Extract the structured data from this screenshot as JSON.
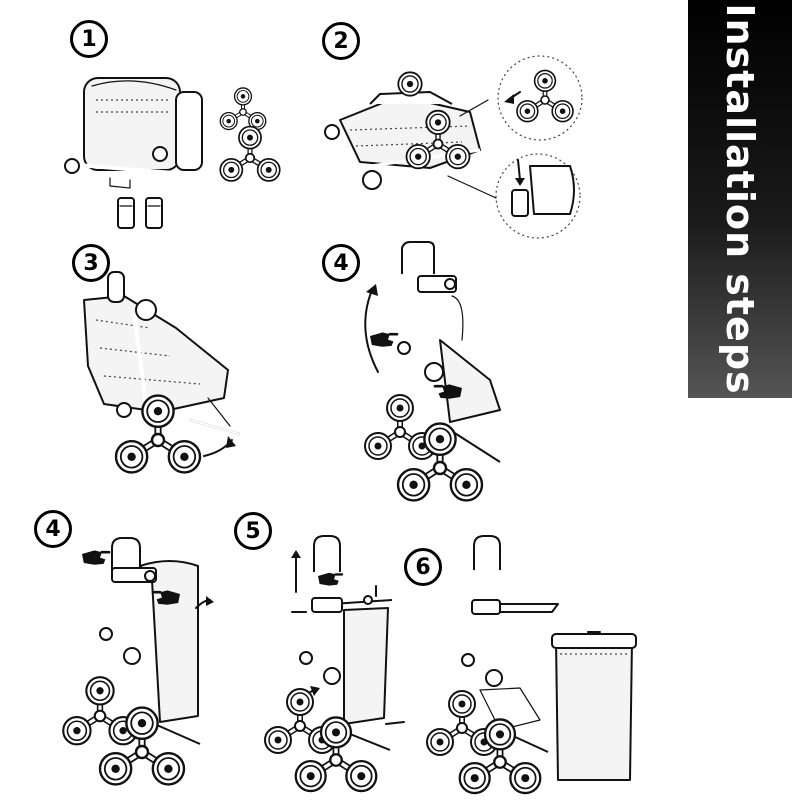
{
  "banner": {
    "title": "Installation steps"
  },
  "steps": [
    {
      "number": "1"
    },
    {
      "number": "2"
    },
    {
      "number": "3"
    },
    {
      "number": "4"
    },
    {
      "number": "4"
    },
    {
      "number": "5"
    },
    {
      "number": "6"
    }
  ],
  "colors": {
    "banner_top": "#000000",
    "banner_bottom": "#555555",
    "line": "#111111"
  }
}
